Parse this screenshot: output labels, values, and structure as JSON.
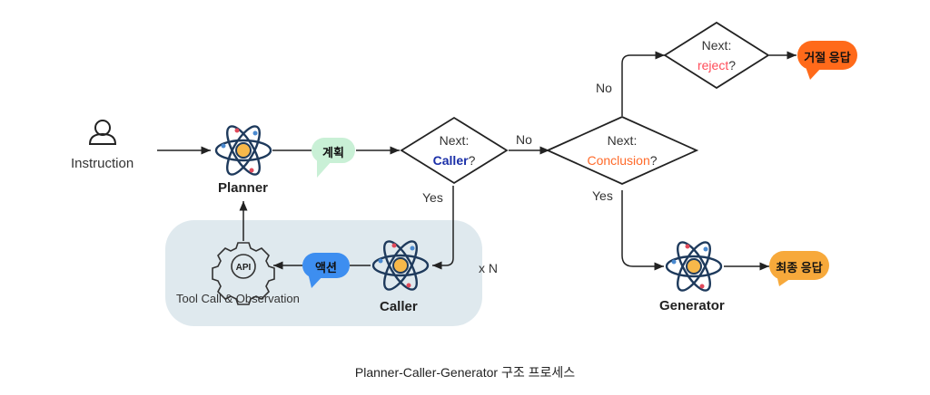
{
  "diagram": {
    "caption": "Planner-Caller-Generator 구조 프로세스",
    "nodes": {
      "instruction": {
        "label": "Instruction",
        "icon": "user-icon"
      },
      "planner": {
        "label": "Planner",
        "icon": "atom-icon"
      },
      "caller": {
        "label": "Caller",
        "icon": "atom-icon"
      },
      "generator": {
        "label": "Generator",
        "icon": "atom-icon"
      },
      "tool": {
        "label": "Tool Call & Observation",
        "icon": "api-gear-icon",
        "icon_text": "API"
      }
    },
    "bubbles": {
      "plan": {
        "text": "계획",
        "color": "#c9f0d6"
      },
      "action": {
        "text": "액션",
        "color": "#3d8ef0"
      },
      "reject": {
        "text": "거절 응답",
        "color": "#ff6a1a"
      },
      "final": {
        "text": "최종 응답",
        "color": "#f7a93b"
      }
    },
    "decisions": {
      "caller": {
        "line1": "Next:",
        "keyword": "Caller",
        "suffix": "?",
        "keyword_color": "#1a2fa8"
      },
      "conclusion": {
        "line1": "Next:",
        "keyword": "Conclusion",
        "suffix": "?",
        "keyword_color": "#ff6a2a"
      },
      "reject": {
        "line1": "Next:",
        "keyword": "reject",
        "suffix": "?",
        "keyword_color": "#ff4d5a"
      }
    },
    "edge_labels": {
      "caller_no": "No",
      "caller_yes": "Yes",
      "conclusion_no": "No",
      "conclusion_yes": "Yes",
      "loop": "x N"
    },
    "loop_region_color": "#dfe9ee"
  }
}
